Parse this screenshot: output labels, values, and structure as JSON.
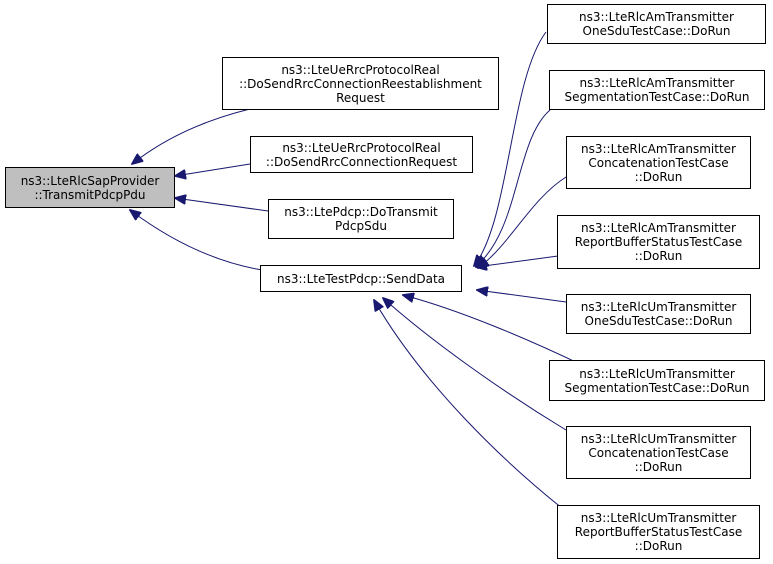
{
  "colors": {
    "edge": "#191970",
    "root_fill": "#bfbfbf",
    "node_fill": "#ffffff",
    "border": "#000000"
  },
  "nodes": {
    "root": [
      "ns3::LteRlcSapProvider",
      "::TransmitPdcpPdu"
    ],
    "ue_rrc_reestab": [
      "ns3::LteUeRrcProtocolReal",
      "::DoSendRrcConnectionReestablishment",
      "Request"
    ],
    "ue_rrc_req": [
      "ns3::LteUeRrcProtocolReal",
      "::DoSendRrcConnectionRequest"
    ],
    "pdcp_transmit": [
      "ns3::LtePdcp::DoTransmit",
      "PdcpSdu"
    ],
    "send_data": [
      "ns3::LteTestPdcp::SendData"
    ],
    "am_onesdu": [
      "ns3::LteRlcAmTransmitter",
      "OneSduTestCase::DoRun"
    ],
    "am_seg": [
      "ns3::LteRlcAmTransmitter",
      "SegmentationTestCase::DoRun"
    ],
    "am_concat": [
      "ns3::LteRlcAmTransmitter",
      "ConcatenationTestCase",
      "::DoRun"
    ],
    "am_report": [
      "ns3::LteRlcAmTransmitter",
      "ReportBufferStatusTestCase",
      "::DoRun"
    ],
    "um_onesdu": [
      "ns3::LteRlcUmTransmitter",
      "OneSduTestCase::DoRun"
    ],
    "um_seg": [
      "ns3::LteRlcUmTransmitter",
      "SegmentationTestCase::DoRun"
    ],
    "um_concat": [
      "ns3::LteRlcUmTransmitter",
      "ConcatenationTestCase",
      "::DoRun"
    ],
    "um_report": [
      "ns3::LteRlcUmTransmitter",
      "ReportBufferStatusTestCase",
      "::DoRun"
    ]
  }
}
